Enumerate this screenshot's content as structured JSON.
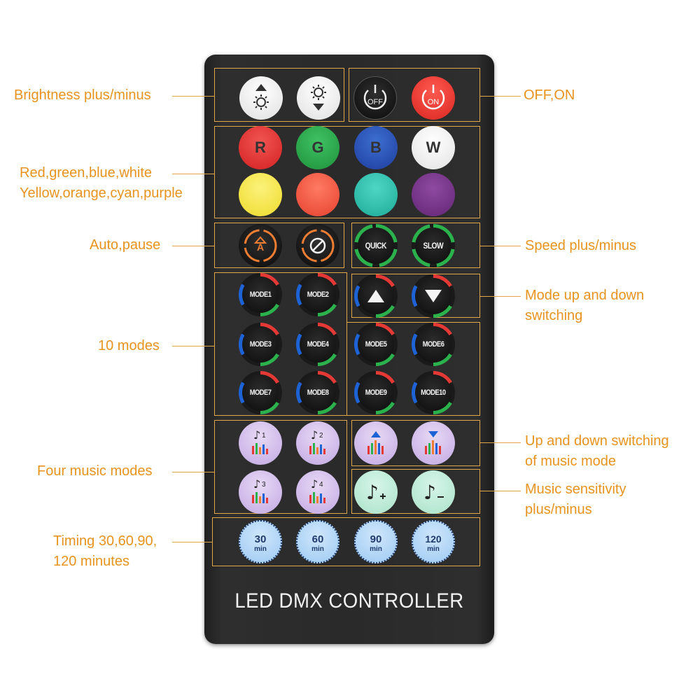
{
  "device": {
    "brand": "LED DMX CONTROLLER"
  },
  "annotations": {
    "brightness": "Brightness plus/minus",
    "off_on": "OFF,ON",
    "colors_line1": "Red,green,blue,white",
    "colors_line2": "Yellow,orange,cyan,purple",
    "auto_pause": "Auto,pause",
    "speed": "Speed plus/minus",
    "mode_line1": "Mode up and down",
    "mode_line2": "switching",
    "ten_modes": "10 modes",
    "music_line1": "Up and down switching",
    "music_line2": "of music mode",
    "sens_line1": "Music sensitivity",
    "sens_line2": "plus/minus",
    "four_music": "Four music modes",
    "timing_line1": "Timing 30,60,90,",
    "timing_line2": "120 minutes"
  },
  "buttons": {
    "off": "OFF",
    "on": "ON",
    "red": "R",
    "green": "G",
    "blue": "B",
    "white": "W",
    "auto": "A",
    "quick": "QUICK",
    "slow": "SLOW",
    "modes": [
      "MODE1",
      "MODE2",
      "MODE3",
      "MODE4",
      "MODE5",
      "MODE6",
      "MODE7",
      "MODE8",
      "MODE9",
      "MODE10"
    ],
    "music_numbers": [
      "1",
      "2",
      "3",
      "4"
    ],
    "timers": [
      {
        "value": "30",
        "unit": "min"
      },
      {
        "value": "60",
        "unit": "min"
      },
      {
        "value": "90",
        "unit": "min"
      },
      {
        "value": "120",
        "unit": "min"
      }
    ]
  },
  "colors": {
    "annotation": "#e8931e",
    "red": "#e53935",
    "green": "#2eaa4f",
    "blue": "#2a55b8",
    "white": "#f5f5f5",
    "yellow": "#f7ea5a",
    "orange": "#f2604b",
    "cyan": "#36c4b3",
    "purple": "#7b3a8d"
  }
}
